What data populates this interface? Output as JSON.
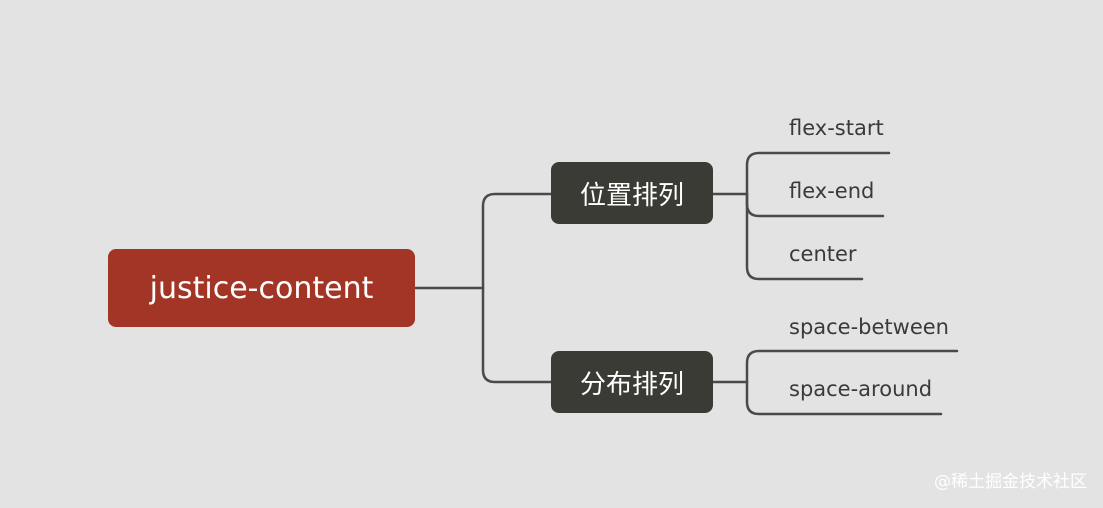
{
  "root": {
    "label": "justice-content",
    "color": "#a33526"
  },
  "branches": [
    {
      "label": "位置排列",
      "color": "#3b3b36",
      "leaves": [
        "flex-start",
        "flex-end",
        "center"
      ]
    },
    {
      "label": "分布排列",
      "color": "#3b3b36",
      "leaves": [
        "space-between",
        "space-around"
      ]
    }
  ],
  "watermark": "@稀土掘金技术社区",
  "colors": {
    "background": "#e3e3e3",
    "connector": "#4a4a4a",
    "leaf_text": "#3a3a3a"
  }
}
